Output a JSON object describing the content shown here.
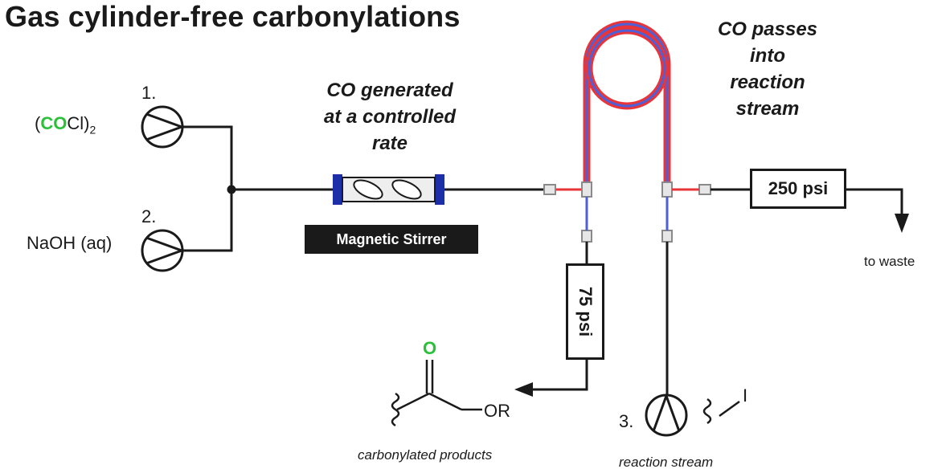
{
  "title": "Gas cylinder-free carbonylations",
  "pumps": {
    "pump1": {
      "number": "1.",
      "reagent_prefix": "(",
      "reagent_green": "CO",
      "reagent_mid": "Cl)",
      "reagent_sub": "2"
    },
    "pump2": {
      "number": "2.",
      "reagent": "NaOH (aq)"
    },
    "pump3": {
      "number": "3.",
      "caption": "reaction stream"
    }
  },
  "annotations": {
    "co_generated": [
      "CO generated",
      "at a controlled",
      "rate"
    ],
    "co_passes": [
      "CO passes",
      "into",
      "reaction",
      "stream"
    ]
  },
  "stirrer_label": "Magnetic Stirrer",
  "regulators": {
    "high": "250 psi",
    "low": "75 psi"
  },
  "outlets": {
    "waste": "to waste",
    "products": "carbonylated products"
  },
  "structures": {
    "product_carbonyl_o": "O",
    "product_group": "OR",
    "substrate_halide": "I"
  },
  "colors": {
    "line": "#1a1a1a",
    "gas_tube": "#e8353a",
    "liquid_tube": "#4f5fd6",
    "highlight": "#2bbf3a",
    "stirrer_cap": "#1c2fa8"
  }
}
